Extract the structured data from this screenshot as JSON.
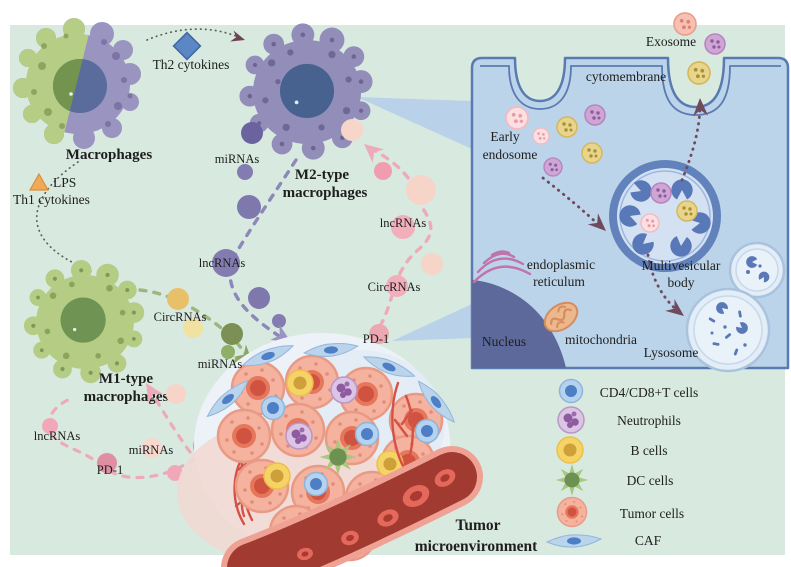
{
  "labels": {
    "macrophages": "Macrophages",
    "th2_cytokines": "Th2 cytokines",
    "lps": "LPS",
    "th1_cytokines": "Th1 cytokines",
    "m2_line1": "M2-type",
    "m2_line2": "macrophages",
    "m1_line1": "M1-type",
    "m1_line2": "macrophages",
    "tumor_line1": "Tumor",
    "tumor_line2": "microenvironment"
  },
  "rna_labels": {
    "m2_mirnas": "miRNAs",
    "m2_lncrnas": "lncRNAs",
    "m1_circrnas": "CircRNAs",
    "m1_mirnas": "miRNAs",
    "left_lncrnas": "lncRNAs",
    "left_pd1": "PD-1",
    "left_mirnas": "miRNAs",
    "right_lncrnas": "lncRNAs",
    "right_circrnas": "CircRNAs",
    "right_pd1": "PD-1"
  },
  "panel": {
    "exosome": "Exosome",
    "cytomembrane": "cytomembrane",
    "early_endosome_line1": "Early",
    "early_endosome_line2": "endosome",
    "multivesicular_line1": "Multivesicular",
    "multivesicular_line2": "body",
    "endoplasmic_line1": "endoplasmic",
    "endoplasmic_line2": "reticulum",
    "nucleus": "Nucleus",
    "mitochondria": "mitochondria",
    "lysosome": "Lysosome"
  },
  "legend": {
    "items": [
      {
        "icon": "t-cell-icon",
        "label": "CD4/CD8+T cells"
      },
      {
        "icon": "neutrophil-icon",
        "label": "Neutrophils"
      },
      {
        "icon": "b-cell-icon",
        "label": "B cells"
      },
      {
        "icon": "dc-cell-icon",
        "label": "DC cells"
      },
      {
        "icon": "tumor-cell-icon",
        "label": "Tumor cells"
      },
      {
        "icon": "caf-icon",
        "label": "CAF"
      }
    ]
  },
  "colors": {
    "background": "#d8e9e0",
    "panel_cell": "#bcd4ea",
    "membrane_line": "#5a7ab2",
    "m1_green": "#b4cc84",
    "m2_purple": "#938db9",
    "nucleus_blue": "#48628f",
    "tumor_cell": "#f4b29f",
    "arrow_dark": "#6f4a5c",
    "path_pink": "#efaab9",
    "path_purple": "#8d87bb",
    "path_green": "#9fb57d"
  }
}
